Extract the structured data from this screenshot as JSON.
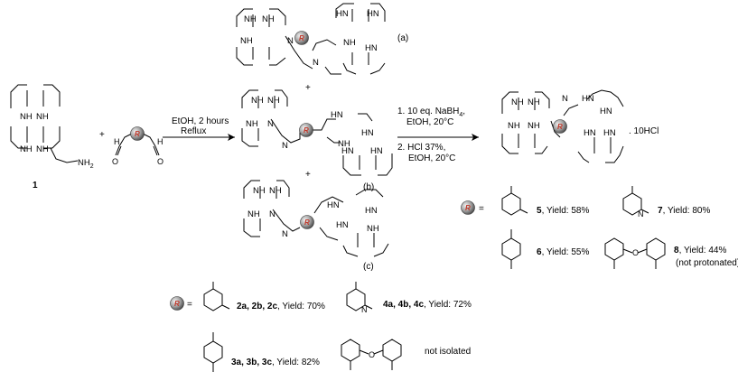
{
  "reagents": {
    "step1_line1": "EtOH, 2 hours",
    "step1_line2": "Reflux",
    "step2_line1": "1. 10 eq. NaBH",
    "step2_line1_sub": "4",
    "step2_line1_end": ",",
    "step2_line2": "EtOH, 20°C",
    "step2_line3": "2. HCl 37%,",
    "step2_line4": "EtOH, 20°C"
  },
  "labels": {
    "compound1": "1",
    "plus": "+",
    "nh": "NH",
    "n": "N",
    "hn": "HN",
    "nh2": "NH",
    "nh2_sub": "2",
    "o": "O",
    "h": "H",
    "r": "R",
    "isomer_a": "(a)",
    "isomer_b": "(b)",
    "isomer_c": "(c)",
    "hcl": ". 10HCl",
    "equals": "="
  },
  "yields_left": [
    {
      "compounds": "2a, 2b, 2c",
      "text": ", Yield: 70%"
    },
    {
      "compounds": "4a, 4b, 4c",
      "text": ", Yield: 72%"
    },
    {
      "compounds": "3a, 3b, 3c",
      "text": ", Yield: 82%"
    },
    {
      "compounds": "",
      "text": "not isolated"
    }
  ],
  "yields_right": [
    {
      "compounds": "5",
      "text": ", Yield: 58%"
    },
    {
      "compounds": "7",
      "text": ", Yield: 80%"
    },
    {
      "compounds": "6",
      "text": ", Yield: 55%"
    },
    {
      "compounds": "8",
      "text": ", Yield: 44%"
    },
    {
      "compounds": "",
      "text": "(not protonated)"
    }
  ],
  "colors": {
    "r_ball": "#8a8a8a",
    "r_letter": "#c0392b"
  }
}
